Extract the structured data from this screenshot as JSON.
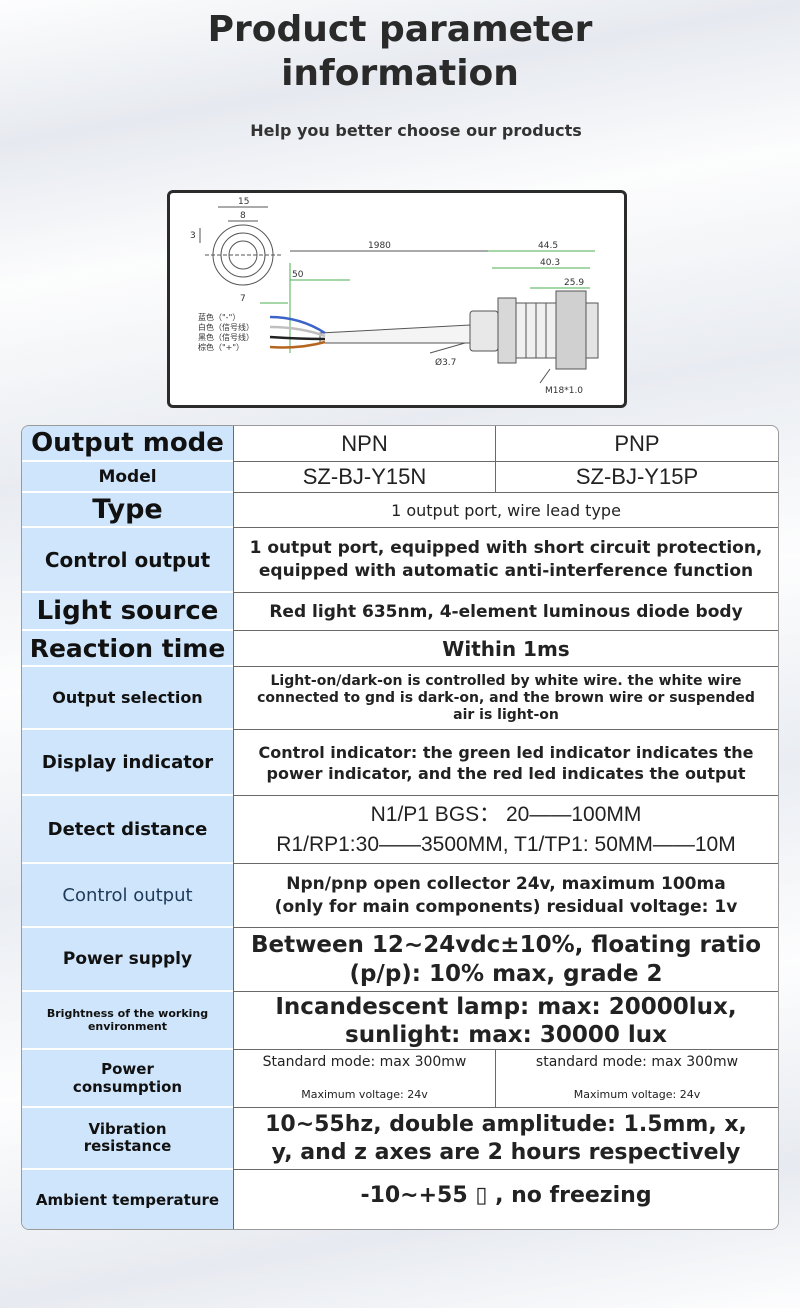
{
  "header": {
    "title_line1": "Product parameter",
    "title_line2": "information",
    "subtitle": "Help you better choose our products"
  },
  "drawing": {
    "dims": [
      "15",
      "8",
      "3",
      "1980",
      "44.5",
      "40.3",
      "25.9",
      "50",
      "7",
      "Ø3.7",
      "M18*1.0"
    ],
    "wires": [
      "蓝色（\"-\"）",
      "白色（信号线）",
      "黑色（信号线）",
      "棕色（\"+\"）"
    ],
    "wire_colors": [
      "#3c63c8",
      "#bfbfbf",
      "#222222",
      "#b5651d"
    ]
  },
  "table": {
    "output_mode": {
      "label": "Output mode",
      "npn": "NPN",
      "pnp": "PNP"
    },
    "model": {
      "label": "Model",
      "npn": "SZ-BJ-Y15N",
      "pnp": "SZ-BJ-Y15P"
    },
    "type": {
      "label": "Type",
      "value": "1 output port, wire lead type"
    },
    "control_output_1": {
      "label": "Control output",
      "line1": "1 output port, equipped with short circuit protection,",
      "line2": "equipped with automatic anti-interference function"
    },
    "light_source": {
      "label": "Light source",
      "value": "Red light 635nm, 4-element luminous diode body"
    },
    "reaction_time": {
      "label": "Reaction time",
      "value": "Within 1ms"
    },
    "output_selection": {
      "label": "Output selection",
      "line1": "Light-on/dark-on is controlled by white wire. the white wire",
      "line2": "connected to gnd is dark-on, and the brown wire or suspended",
      "line3": "air is light-on"
    },
    "display_indicator": {
      "label": "Display indicator",
      "line1": "Control indicator: the green led indicator indicates the",
      "line2": "power indicator, and the red led indicates the output"
    },
    "detect_distance": {
      "label": "Detect distance",
      "line1": "N1/P1 BGS：   20——100MM",
      "line2": "R1/RP1:30——3500MM,  T1/TP1: 50MM——10M"
    },
    "control_output_2": {
      "label": "Control output",
      "line1": "Npn/pnp open collector 24v, maximum 100ma",
      "line2": "(only for main components) residual voltage: 1v"
    },
    "power_supply": {
      "label": "Power supply",
      "line1": "Between 12~24vdc±10%, floating ratio",
      "line2": "(p/p): 10% max, grade 2"
    },
    "brightness": {
      "label_line1": "Brightness of the working",
      "label_line2": "environment",
      "line1": "Incandescent lamp: max: 20000lux,",
      "line2": "sunlight: max: 30000 lux"
    },
    "power_consumption": {
      "label_line1": "Power",
      "label_line2": "consumption",
      "npn_main": "Standard mode: max 300mw",
      "npn_sub": "Maximum voltage: 24v",
      "pnp_main": "standard mode: max 300mw",
      "pnp_sub": "Maximum voltage: 24v"
    },
    "vibration": {
      "label_line1": "Vibration",
      "label_line2": "resistance",
      "line1": "10~55hz, double amplitude: 1.5mm, x,",
      "line2": "y, and z axes are 2 hours respectively"
    },
    "ambient_temperature": {
      "label": "Ambient temperature",
      "value": "-10~+55 ▯ , no freezing"
    }
  }
}
